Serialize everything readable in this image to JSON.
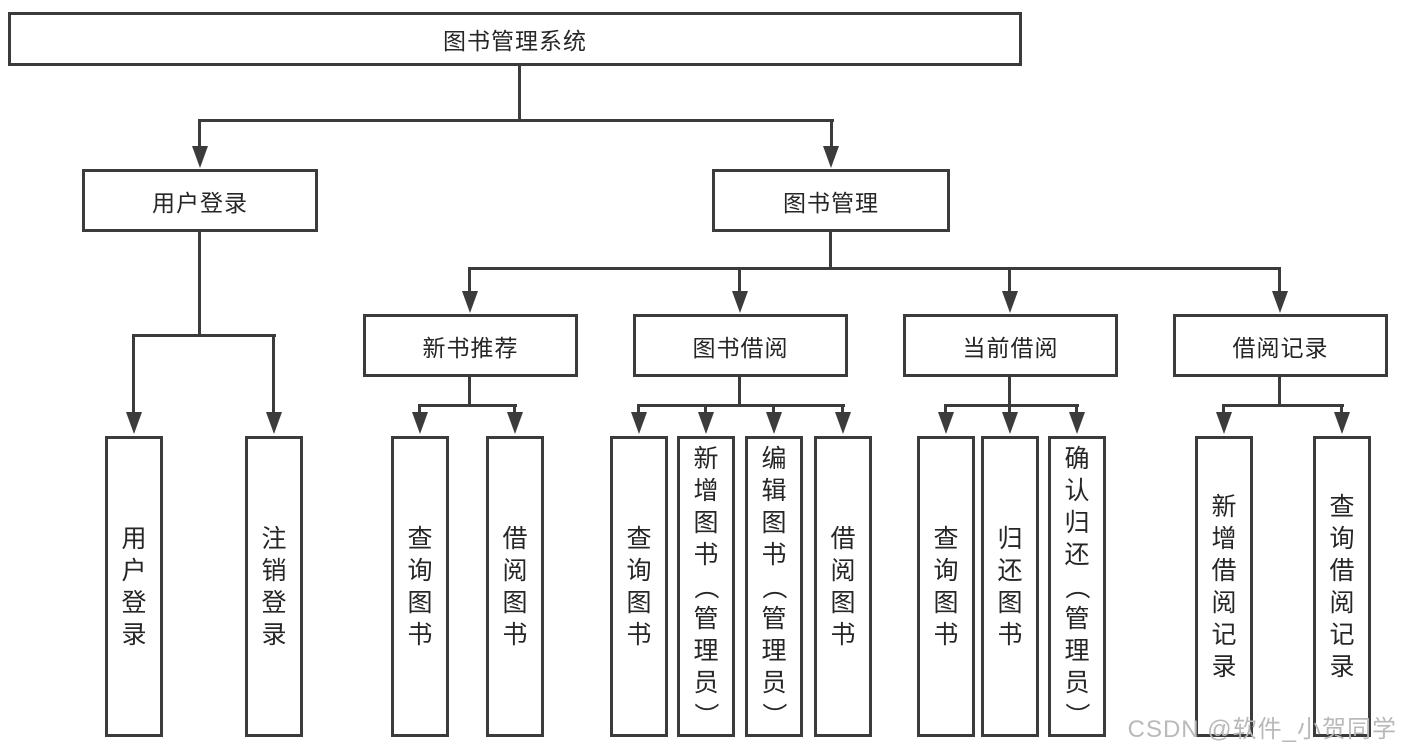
{
  "nodes": {
    "root": {
      "label": "图书管理系统"
    },
    "level1": [
      {
        "id": "user-login",
        "label": "用户登录"
      },
      {
        "id": "book-management",
        "label": "图书管理"
      }
    ],
    "level2": [
      {
        "id": "new-book-recommendation",
        "label": "新书推荐",
        "parent": "图书管理"
      },
      {
        "id": "book-borrowing",
        "label": "图书借阅",
        "parent": "图书管理"
      },
      {
        "id": "current-borrowing",
        "label": "当前借阅",
        "parent": "图书管理"
      },
      {
        "id": "borrowing-records",
        "label": "借阅记录",
        "parent": "图书管理"
      }
    ],
    "leaves": [
      {
        "label": "用户登录",
        "parent": "用户登录"
      },
      {
        "label": "注销登录",
        "parent": "用户登录"
      },
      {
        "label": "查询图书",
        "parent": "新书推荐"
      },
      {
        "label": "借阅图书",
        "parent": "新书推荐"
      },
      {
        "label": "查询图书",
        "parent": "图书借阅"
      },
      {
        "label": "新增图书（管理员）",
        "parent": "图书借阅"
      },
      {
        "label": "编辑图书（管理员）",
        "parent": "图书借阅"
      },
      {
        "label": "借阅图书",
        "parent": "图书借阅"
      },
      {
        "label": "查询图书",
        "parent": "当前借阅"
      },
      {
        "label": "归还图书",
        "parent": "当前借阅"
      },
      {
        "label": "确认归还（管理员）",
        "parent": "当前借阅"
      },
      {
        "label": "新增借阅记录",
        "parent": "借阅记录"
      },
      {
        "label": "查询借阅记录",
        "parent": "借阅记录"
      }
    ]
  },
  "watermark": "CSDN @软件_小贺同学",
  "colors": {
    "line": "#3b3b3b",
    "text": "#262626",
    "background": "#ffffff",
    "watermark": "#b9b9b9"
  }
}
